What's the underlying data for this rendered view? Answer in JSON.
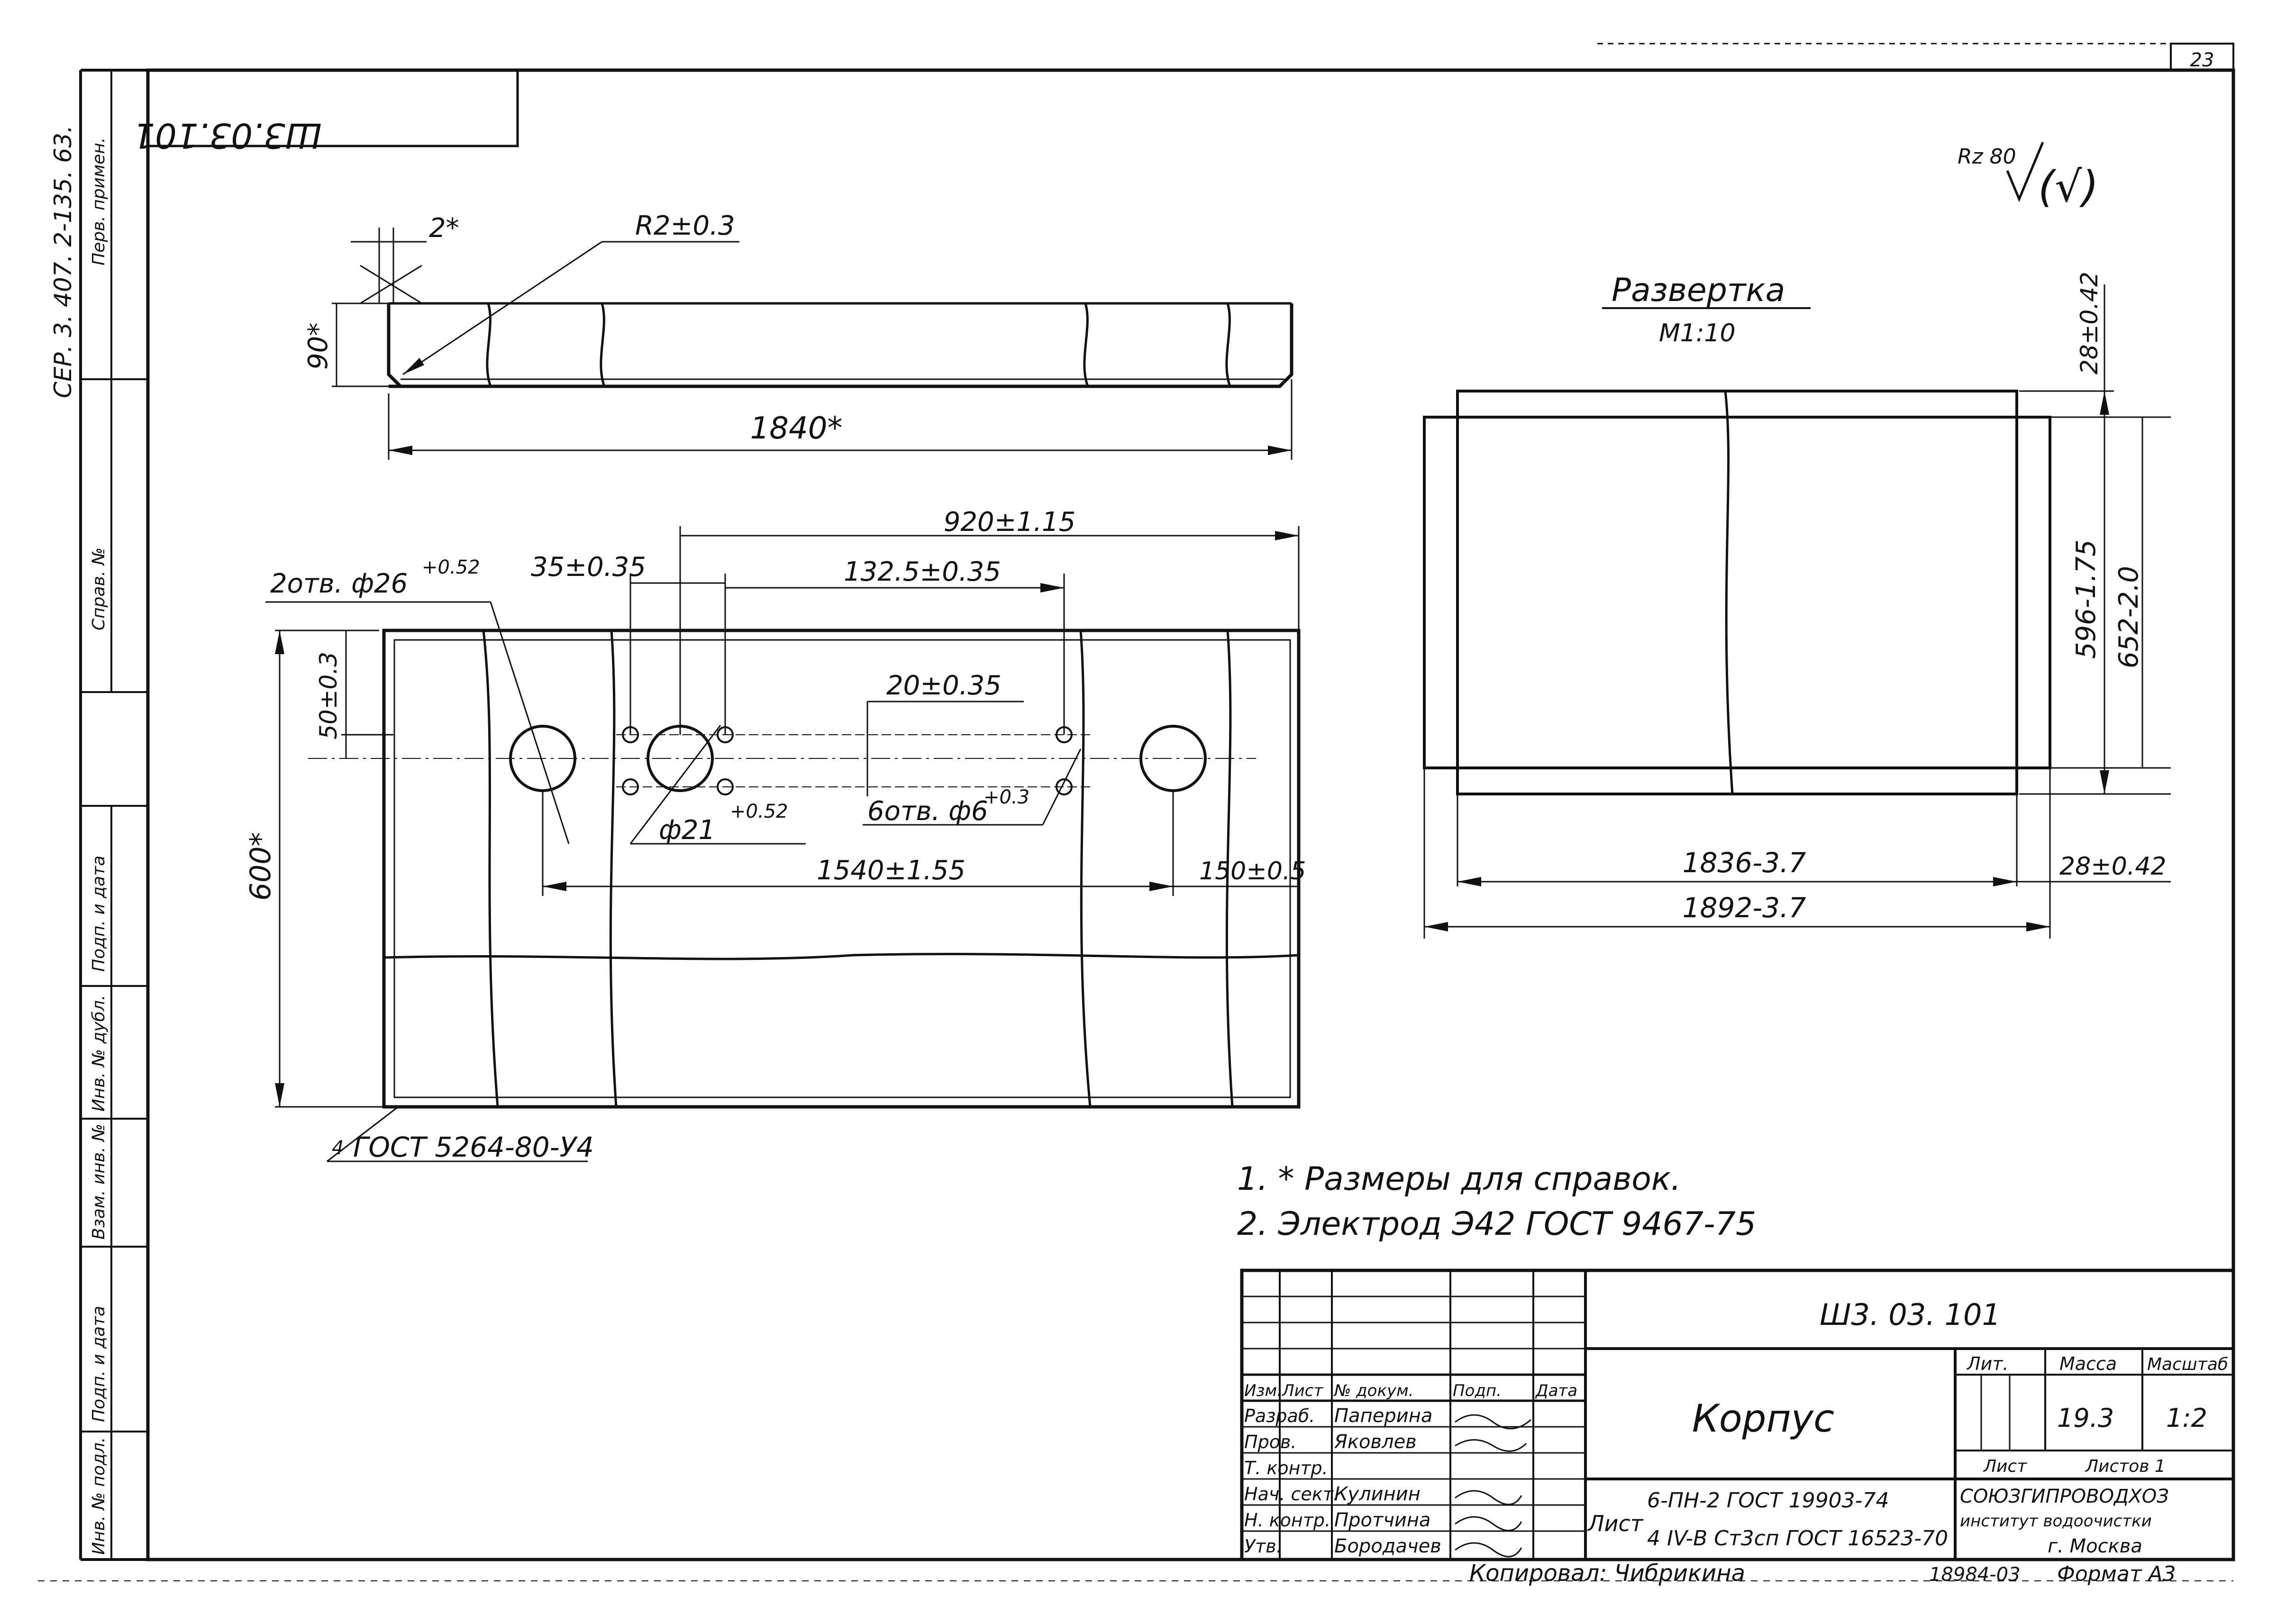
{
  "frame": {
    "series_code": "СЕР. 3. 407. 2-135. 63.",
    "first_use_label": "Перв. примен.",
    "ref_label": "Справ. №",
    "side_labels": [
      "Подп. и дата",
      "Инв. № дубл.",
      "Взам. инв. №",
      "Подп. и дата",
      "Инв. № подл."
    ],
    "corner_code": "Ш3.03.101",
    "sheet_number": "23"
  },
  "roughness": {
    "symbol": "Rz 80",
    "suffix": "(√)"
  },
  "section_view": {
    "dim_gap": "2*",
    "dim_radius": "R2±0.3",
    "dim_height": "90*",
    "dim_length": "1840*"
  },
  "plan_view": {
    "dim_overall": "920±1.15",
    "dim_holes_label": "2отв. ф26",
    "dim_holes_tol": "+0.52",
    "dim_35": "35±0.35",
    "dim_132": "132.5±0.35",
    "dim_50": "50±0.3",
    "dim_20": "20±0.35",
    "dim_phi21": "ф21",
    "dim_phi21_tol": "+0.52",
    "dim_6holes_label": "6отв. ф6",
    "dim_6holes_tol": "+0.3",
    "dim_1540": "1540±1.55",
    "dim_150": "150±0.5",
    "dim_600": "600*",
    "weld_note": "ГОСТ 5264-80-У4",
    "weld_num": "4"
  },
  "unfold_view": {
    "title": "Развертка",
    "scale": "М1:10",
    "dim_28_top": "28±0.42",
    "dim_596": "596-1.75",
    "dim_652": "652-2.0",
    "dim_1836": "1836-3.7",
    "dim_28_bottom": "28±0.42",
    "dim_1892": "1892-3.7"
  },
  "notes": [
    "1. * Размеры для справок.",
    "2. Электрод Э42 ГОСТ 9467-75"
  ],
  "title_block": {
    "code": "Ш3. 03. 101",
    "name": "Корпус",
    "material_prefix": "Лист",
    "material_line1": "6-ПН-2 ГОСТ 19903-74",
    "material_line2": "4 IV-В Ст3сп ГОСТ 16523-70",
    "col_headers": [
      "Изм.",
      "Лист",
      "№ докум.",
      "Подп.",
      "Дата"
    ],
    "roles": [
      "Разраб.",
      "Пров.",
      "Т. контр.",
      "Нач. сект.",
      "Н. контр.",
      "Утв."
    ],
    "names": [
      "Паперина",
      "Яковлев",
      "",
      "Кулинин",
      "Протчина",
      "Бородачев"
    ],
    "dates": [
      "",
      "",
      "",
      "",
      "",
      ""
    ],
    "lit_label": "Лит.",
    "mass_label": "Масса",
    "scale_label": "Масштаб",
    "mass_value": "19.3",
    "scale_value": "1:2",
    "sheet_label": "Лист",
    "sheets_label": "Листов 1",
    "org_line1": "СОЮЗГИПРОВОДХОЗ",
    "org_line2": "институт водоочистки",
    "org_line3": "г. Москва"
  },
  "bottom": {
    "copied": "Копировал: Чибрикина",
    "order": "18984-03",
    "format": "Формат А3"
  }
}
